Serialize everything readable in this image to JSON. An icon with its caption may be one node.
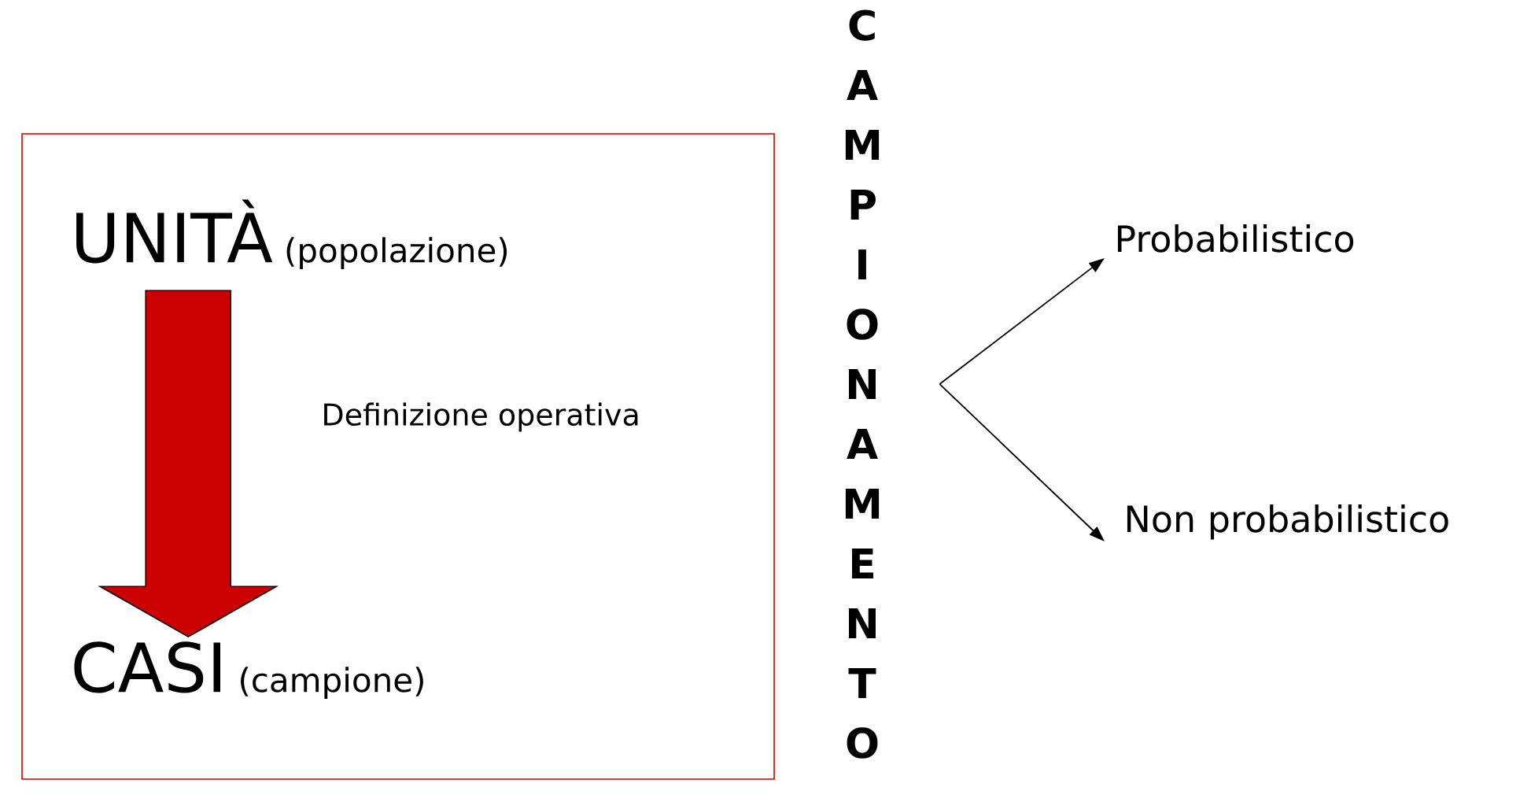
{
  "diagram": {
    "nodes": [
      {
        "text": [],
        "shape": "box"
      },
      {
        "text": [
          "UNITÀ",
          "(popolazione)"
        ],
        "in": 0
      },
      {
        "text": [
          "CASI",
          "(campione)"
        ],
        "in": 0
      },
      {
        "text": [
          "CAMPIONAMENTO"
        ]
      },
      {
        "text": [
          "Probabilistico"
        ]
      },
      {
        "text": [
          "Non probabilistico"
        ]
      }
    ],
    "edges": [
      {
        "from": 1,
        "to": 2,
        "arrow": "to",
        "label": "Definizione operativa",
        "style": "thick",
        "color": "#cc0000"
      },
      {
        "from": 3,
        "to": 4,
        "arrow": "to"
      },
      {
        "from": 3,
        "to": 5,
        "arrow": "to"
      }
    ]
  }
}
